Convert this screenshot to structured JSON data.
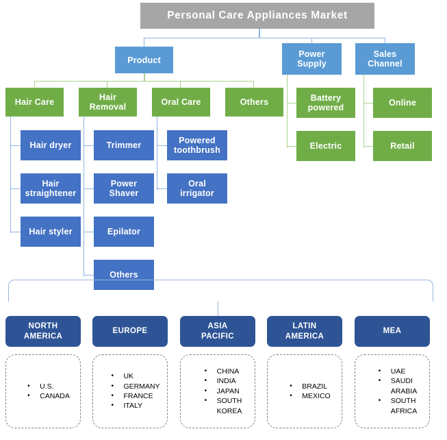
{
  "root": {
    "label": "Personal Care Appliances Market"
  },
  "level1": [
    {
      "label": "Product"
    },
    {
      "label": "Power\nSupply"
    },
    {
      "label": "Sales\nChannel"
    }
  ],
  "product_children": [
    {
      "label": "Hair Care"
    },
    {
      "label": "Hair\nRemoval"
    },
    {
      "label": "Oral Care"
    },
    {
      "label": "Others"
    }
  ],
  "hair_care_items": [
    {
      "label": "Hair dryer"
    },
    {
      "label": "Hair\nstraightener"
    },
    {
      "label": "Hair styler"
    }
  ],
  "hair_removal_items": [
    {
      "label": "Trimmer"
    },
    {
      "label": "Power\nShaver"
    },
    {
      "label": "Epilator"
    },
    {
      "label": "Others"
    }
  ],
  "oral_care_items": [
    {
      "label": "Powered\ntoothbrush"
    },
    {
      "label": "Oral\nirrigator"
    }
  ],
  "power_supply_items": [
    {
      "label": "Battery\npowered"
    },
    {
      "label": "Electric"
    }
  ],
  "sales_channel_items": [
    {
      "label": "Online"
    },
    {
      "label": "Retail"
    }
  ],
  "regions": [
    {
      "name": "NORTH\nAMERICA",
      "countries": [
        "U.S.",
        "CANADA"
      ]
    },
    {
      "name": "EUROPE",
      "countries": [
        "UK",
        "GERMANY",
        "FRANCE",
        "ITALY"
      ]
    },
    {
      "name": "ASIA\nPACIFIC",
      "countries": [
        "CHINA",
        "INDIA",
        "JAPAN",
        "SOUTH\nKOREA"
      ]
    },
    {
      "name": "LATIN\nAMERICA",
      "countries": [
        "BRAZIL",
        "MEXICO"
      ]
    },
    {
      "name": "MEA",
      "countries": [
        "UAE",
        "SAUDI\nARABIA",
        "SOUTH\nAFRICA"
      ]
    }
  ],
  "colors": {
    "root": "#a6a6a6",
    "level1": "#5b9bd5",
    "segment": "#70ad47",
    "leaf": "#4472c4",
    "region_header": "#2e5496",
    "connector_blue": "#8eb4e3",
    "connector_green": "#a9d18e",
    "card_border": "#7f7f7f"
  }
}
